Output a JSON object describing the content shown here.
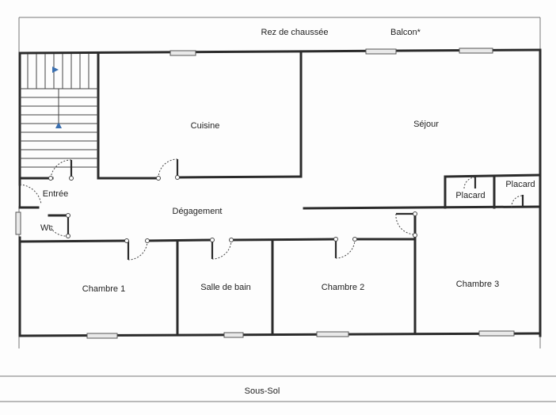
{
  "header": {
    "floor_title": "Rez de chaussée",
    "balcony": "Balcon*"
  },
  "rooms": {
    "cuisine": "Cuisine",
    "sejour": "Séjour",
    "entree": "Entrée",
    "degagement": "Dégagement",
    "wc": "Wc",
    "placard_1": "Placard",
    "placard_2": "Placard",
    "chambre_1": "Chambre 1",
    "salle_de_bain": "Salle de bain",
    "chambre_2": "Chambre 2",
    "chambre_3": "Chambre 3"
  },
  "footer": {
    "basement": "Sous-Sol"
  },
  "colors": {
    "wall": "#2b2b2b",
    "stair_arrow": "#3a6fb0"
  }
}
